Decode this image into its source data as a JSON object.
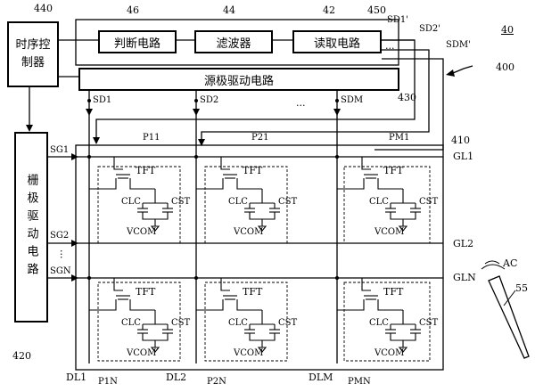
{
  "figure": {
    "number": "40",
    "blocks": {
      "timing": "时序控制器",
      "judge": "判断电路",
      "filter": "滤波器",
      "read": "读取电路",
      "source_driver": "源极驱动电路",
      "gate_driver": "栅极驱动电路"
    },
    "refs": {
      "r440": "440",
      "r46": "46",
      "r44": "44",
      "r42": "42",
      "r450": "450",
      "r400": "400",
      "r430": "430",
      "r410": "410",
      "r420": "420",
      "r55": "55"
    },
    "signals": {
      "sd1p": "SD1'",
      "sd2p": "SD2'",
      "sdmp": "SDM'",
      "sd1": "SD1",
      "sd2": "SD2",
      "sdm": "SDM",
      "sg1": "SG1",
      "sg2": "SG2",
      "sgn": "SGN"
    },
    "lines": {
      "gl1": "GL1",
      "gl2": "GL2",
      "gln": "GLN",
      "dl1": "DL1",
      "dl2": "DL2",
      "dlm": "DLM"
    },
    "pixels": {
      "p11": "P11",
      "p21": "P21",
      "pm1": "PM1",
      "p1n": "P1N",
      "p2n": "P2N",
      "pmn": "PMN"
    },
    "cell": {
      "tft": "TFT",
      "clc": "CLC",
      "cst": "CST",
      "vcom": "VCOM"
    },
    "ellipsis": "...",
    "ac": "AC"
  }
}
